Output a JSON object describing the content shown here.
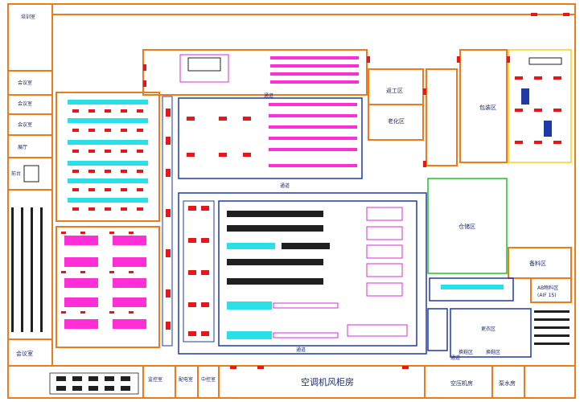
{
  "labels": {
    "training": "培训室",
    "meeting1": "会议室",
    "meeting2": "会议室",
    "meeting3": "会议室",
    "lobby": "展厅",
    "reception": "前台",
    "meeting_big": "会议室",
    "rework": "返工区",
    "aging": "老化区",
    "packing": "包装区",
    "warehouse": "仓储区",
    "material": "备料区",
    "ab_material": "AB物料区",
    "ab_sub": "(AIF 1S)",
    "dressing": "更衣区",
    "shoe": "换鞋区",
    "hvac": "空调机风柜房",
    "compressor": "空压机房",
    "pump": "泵水房",
    "monitor": "监控室",
    "distribution": "配电室",
    "control": "中控室",
    "corridor1": "通道",
    "corridor2": "通道",
    "corridor3": "通道",
    "corridor4": "通道"
  },
  "colors": {
    "outer_wall": "#ee7a1a",
    "inner_wall": "#1f3aa6",
    "green_zone": "#22c22a",
    "equipment_red": "#e8151b",
    "equipment_magenta": "#ff2ed6",
    "equipment_cyan": "#29e0e8",
    "label_text": "#1f2a6b"
  }
}
